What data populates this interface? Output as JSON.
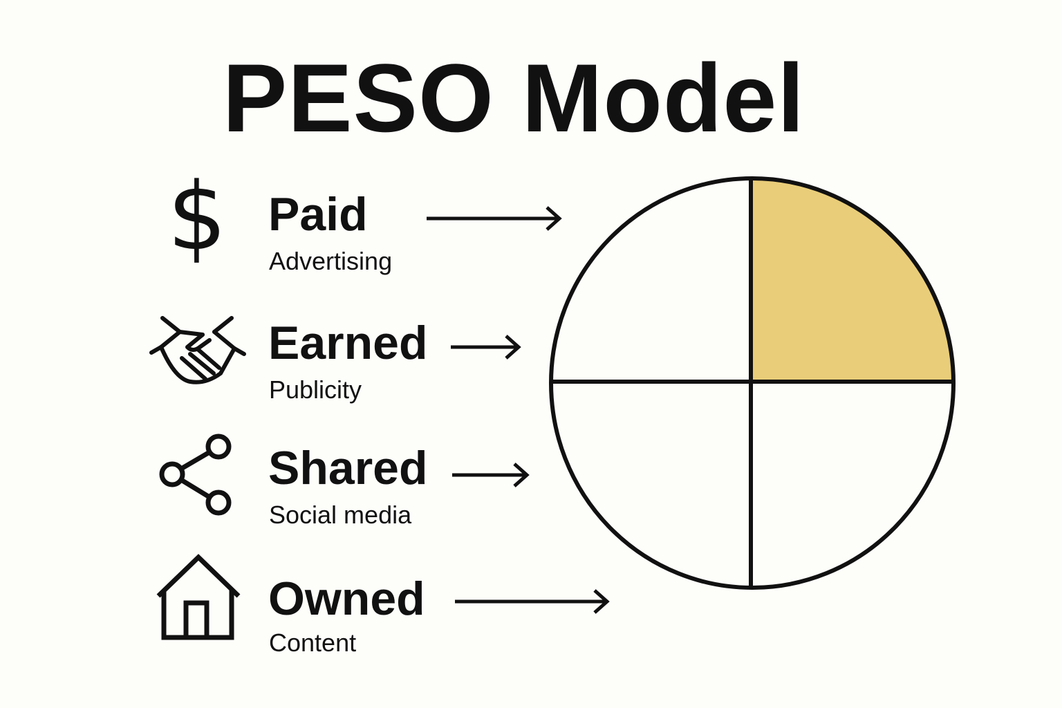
{
  "title": "PESO Model",
  "items": [
    {
      "label": "Paid",
      "sublabel": "Advertising",
      "icon": "dollar-icon"
    },
    {
      "label": "Earned",
      "sublabel": "Publicity",
      "icon": "handshake-icon"
    },
    {
      "label": "Shared",
      "sublabel": "Social media",
      "icon": "share-icon"
    },
    {
      "label": "Owned",
      "sublabel": "Content",
      "icon": "house-icon"
    }
  ],
  "colors": {
    "background": "#fdfdfa",
    "ink": "#111111",
    "highlight": "#e9cd79"
  },
  "diagram": {
    "quadrants": 4,
    "highlighted_quadrant": "top-right"
  }
}
